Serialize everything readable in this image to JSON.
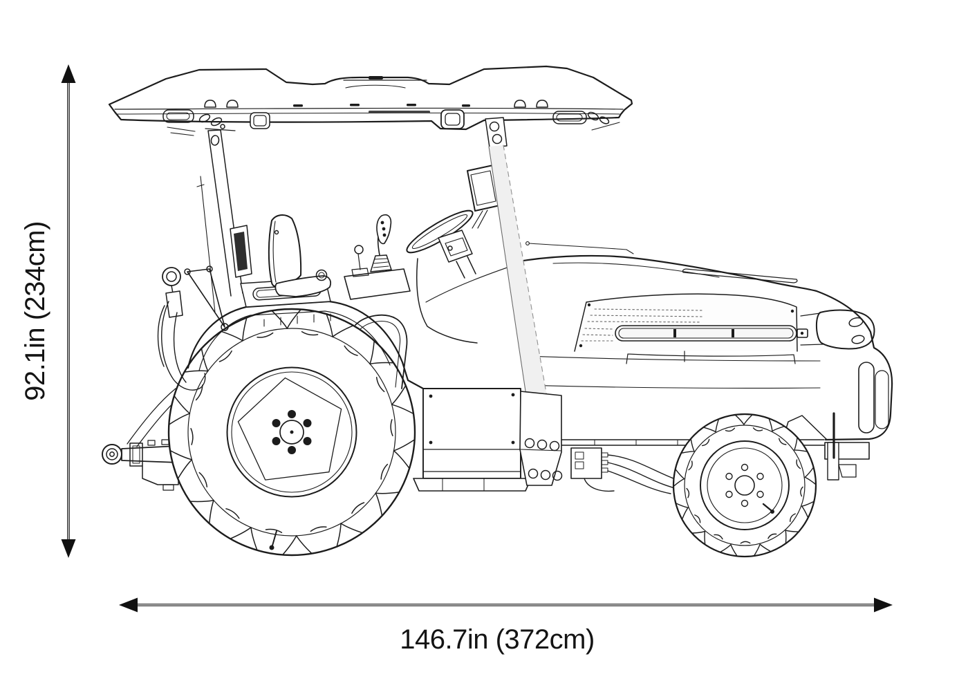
{
  "figure": {
    "type": "technical-dimension-diagram",
    "subject": "tractor-side-profile-line-drawing"
  },
  "dimensions": {
    "height": {
      "label": "92.1in (234cm)",
      "inches": "92.1in",
      "centimeters": "234cm"
    },
    "width": {
      "label": "146.7in (372cm)",
      "inches": "146.7in",
      "centimeters": "372cm"
    }
  },
  "colors": {
    "line": "#1c1c1c",
    "background": "#ffffff",
    "post_shading": "#f0f0f0",
    "panel_shading": "#f7f7f7",
    "label_text": "#141414"
  },
  "icons": {
    "vertical_arrow": "double-headed-vertical-arrow",
    "horizontal_arrow": "double-headed-horizontal-arrow"
  }
}
